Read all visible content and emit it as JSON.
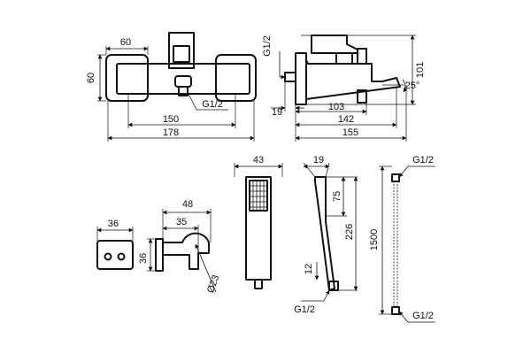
{
  "drawing": {
    "mixer_front": {
      "width_top": "60",
      "height_left": "60",
      "outlet_thread": "G1/2",
      "eccentric_span": "150",
      "overall_width": "178"
    },
    "mixer_side": {
      "inlet_thread": "G1/2",
      "height": "101",
      "spout_angle": "25°",
      "offset": "19",
      "dim_103": "103",
      "dim_142": "142",
      "dim_155": "155"
    },
    "hand_shower": {
      "head_width": "43"
    },
    "shower_bracket": {
      "top_width": "48",
      "inner_width": "35",
      "height": "36",
      "diameter": "Ø23"
    },
    "wall_block": {
      "width": "36"
    },
    "shower_arm": {
      "top_width": "19",
      "dim_75": "75",
      "dim_226": "226",
      "dim_12": "12",
      "thread": "G1/2"
    },
    "hose": {
      "thread_top": "G1/2",
      "length": "1500",
      "thread_bottom": "G1/2"
    }
  }
}
